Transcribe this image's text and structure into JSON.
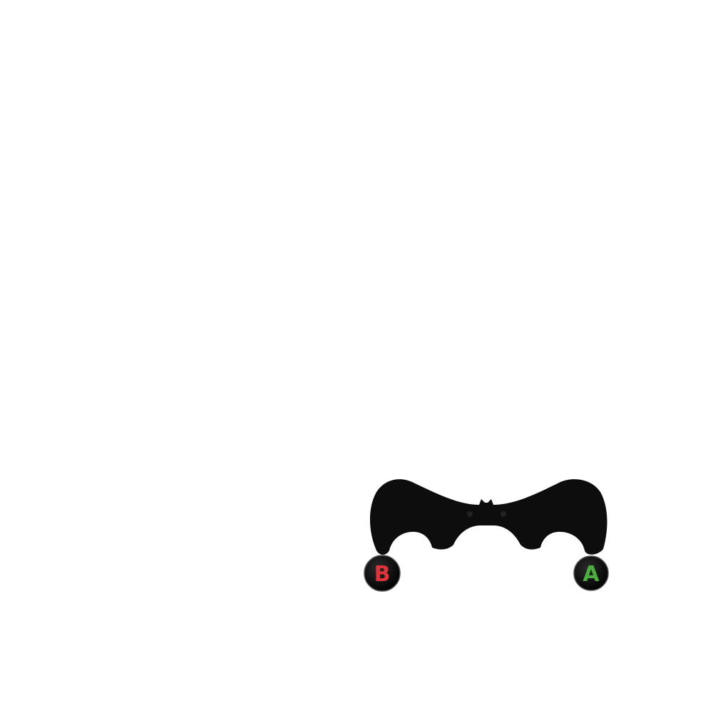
{
  "product": {
    "buttons": [
      {
        "label": "B",
        "color": "#e0333a"
      },
      {
        "label": "A",
        "color": "#4cae3f"
      }
    ],
    "paddle_color": "#0d0d0d",
    "icon": "bat-paddle"
  }
}
